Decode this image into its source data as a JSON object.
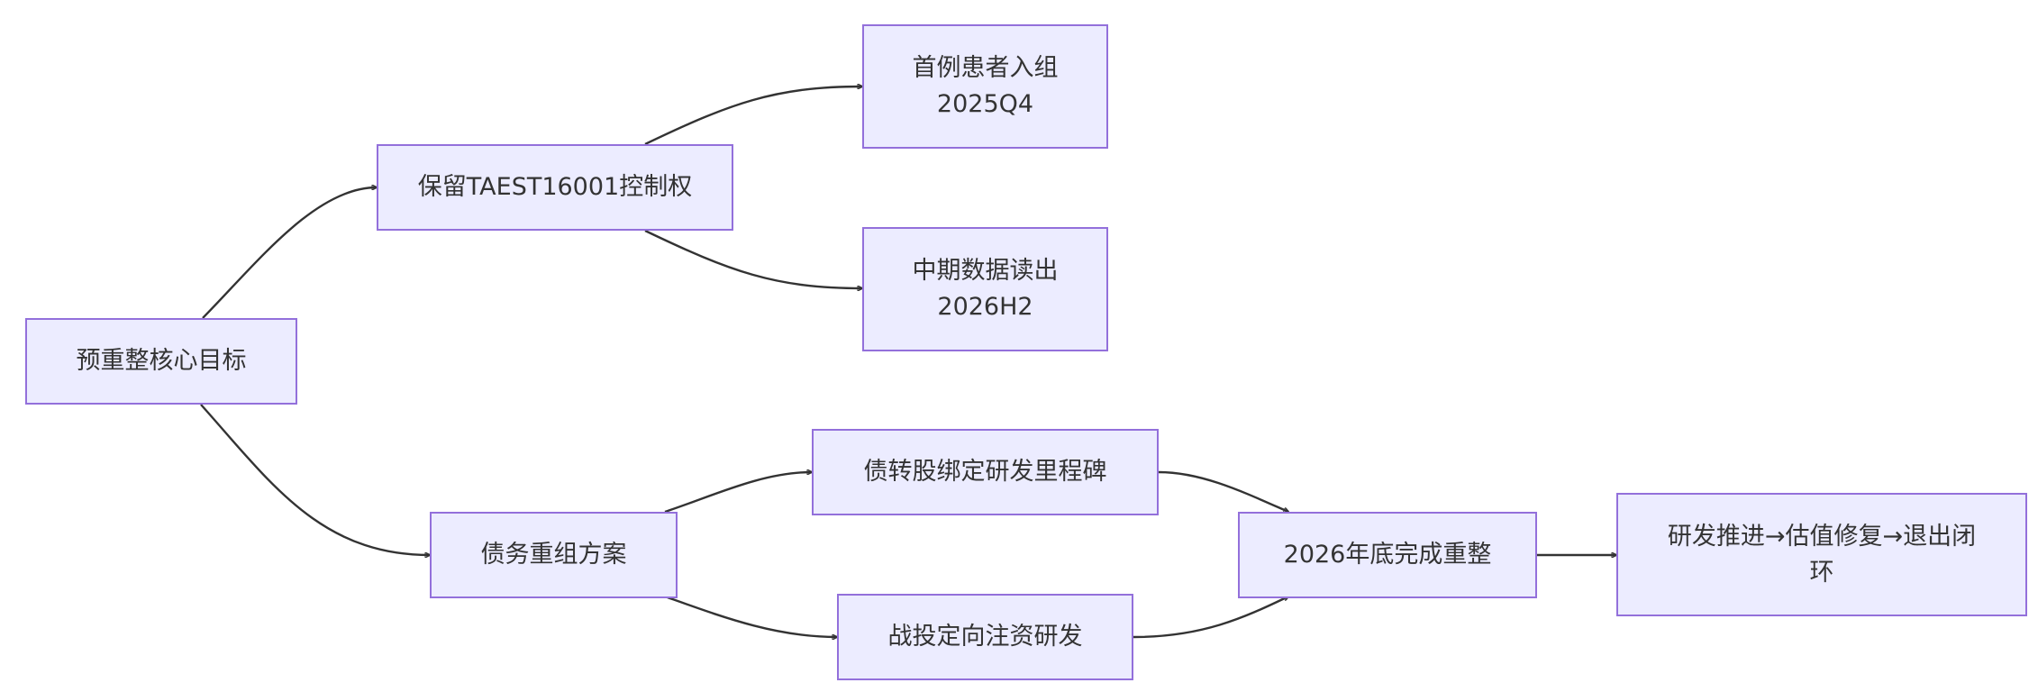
{
  "diagram": {
    "type": "flowchart",
    "direction": "left-to-right",
    "colors": {
      "node_fill": "#ececff",
      "node_border": "#9370db",
      "edge": "#333333",
      "text": "#333333"
    },
    "nodes": {
      "core_goal": "预重整核心目标",
      "retain_control": "保留TAEST16001控制权",
      "first_patient": "首例患者入组\n2025Q4",
      "interim_data": "中期数据读出\n2026H2",
      "debt_plan": "债务重组方案",
      "debt_to_equity": "债转股绑定研发里程碑",
      "strategic_investment": "战投定向注资研发",
      "complete_by_2026": "2026年底完成重整",
      "closed_loop": "研发推进→估值修复→退出闭环"
    },
    "edges": [
      {
        "from": "core_goal",
        "to": "retain_control"
      },
      {
        "from": "core_goal",
        "to": "debt_plan"
      },
      {
        "from": "retain_control",
        "to": "first_patient"
      },
      {
        "from": "retain_control",
        "to": "interim_data"
      },
      {
        "from": "debt_plan",
        "to": "debt_to_equity"
      },
      {
        "from": "debt_plan",
        "to": "strategic_investment"
      },
      {
        "from": "debt_to_equity",
        "to": "complete_by_2026"
      },
      {
        "from": "strategic_investment",
        "to": "complete_by_2026"
      },
      {
        "from": "complete_by_2026",
        "to": "closed_loop"
      }
    ]
  }
}
